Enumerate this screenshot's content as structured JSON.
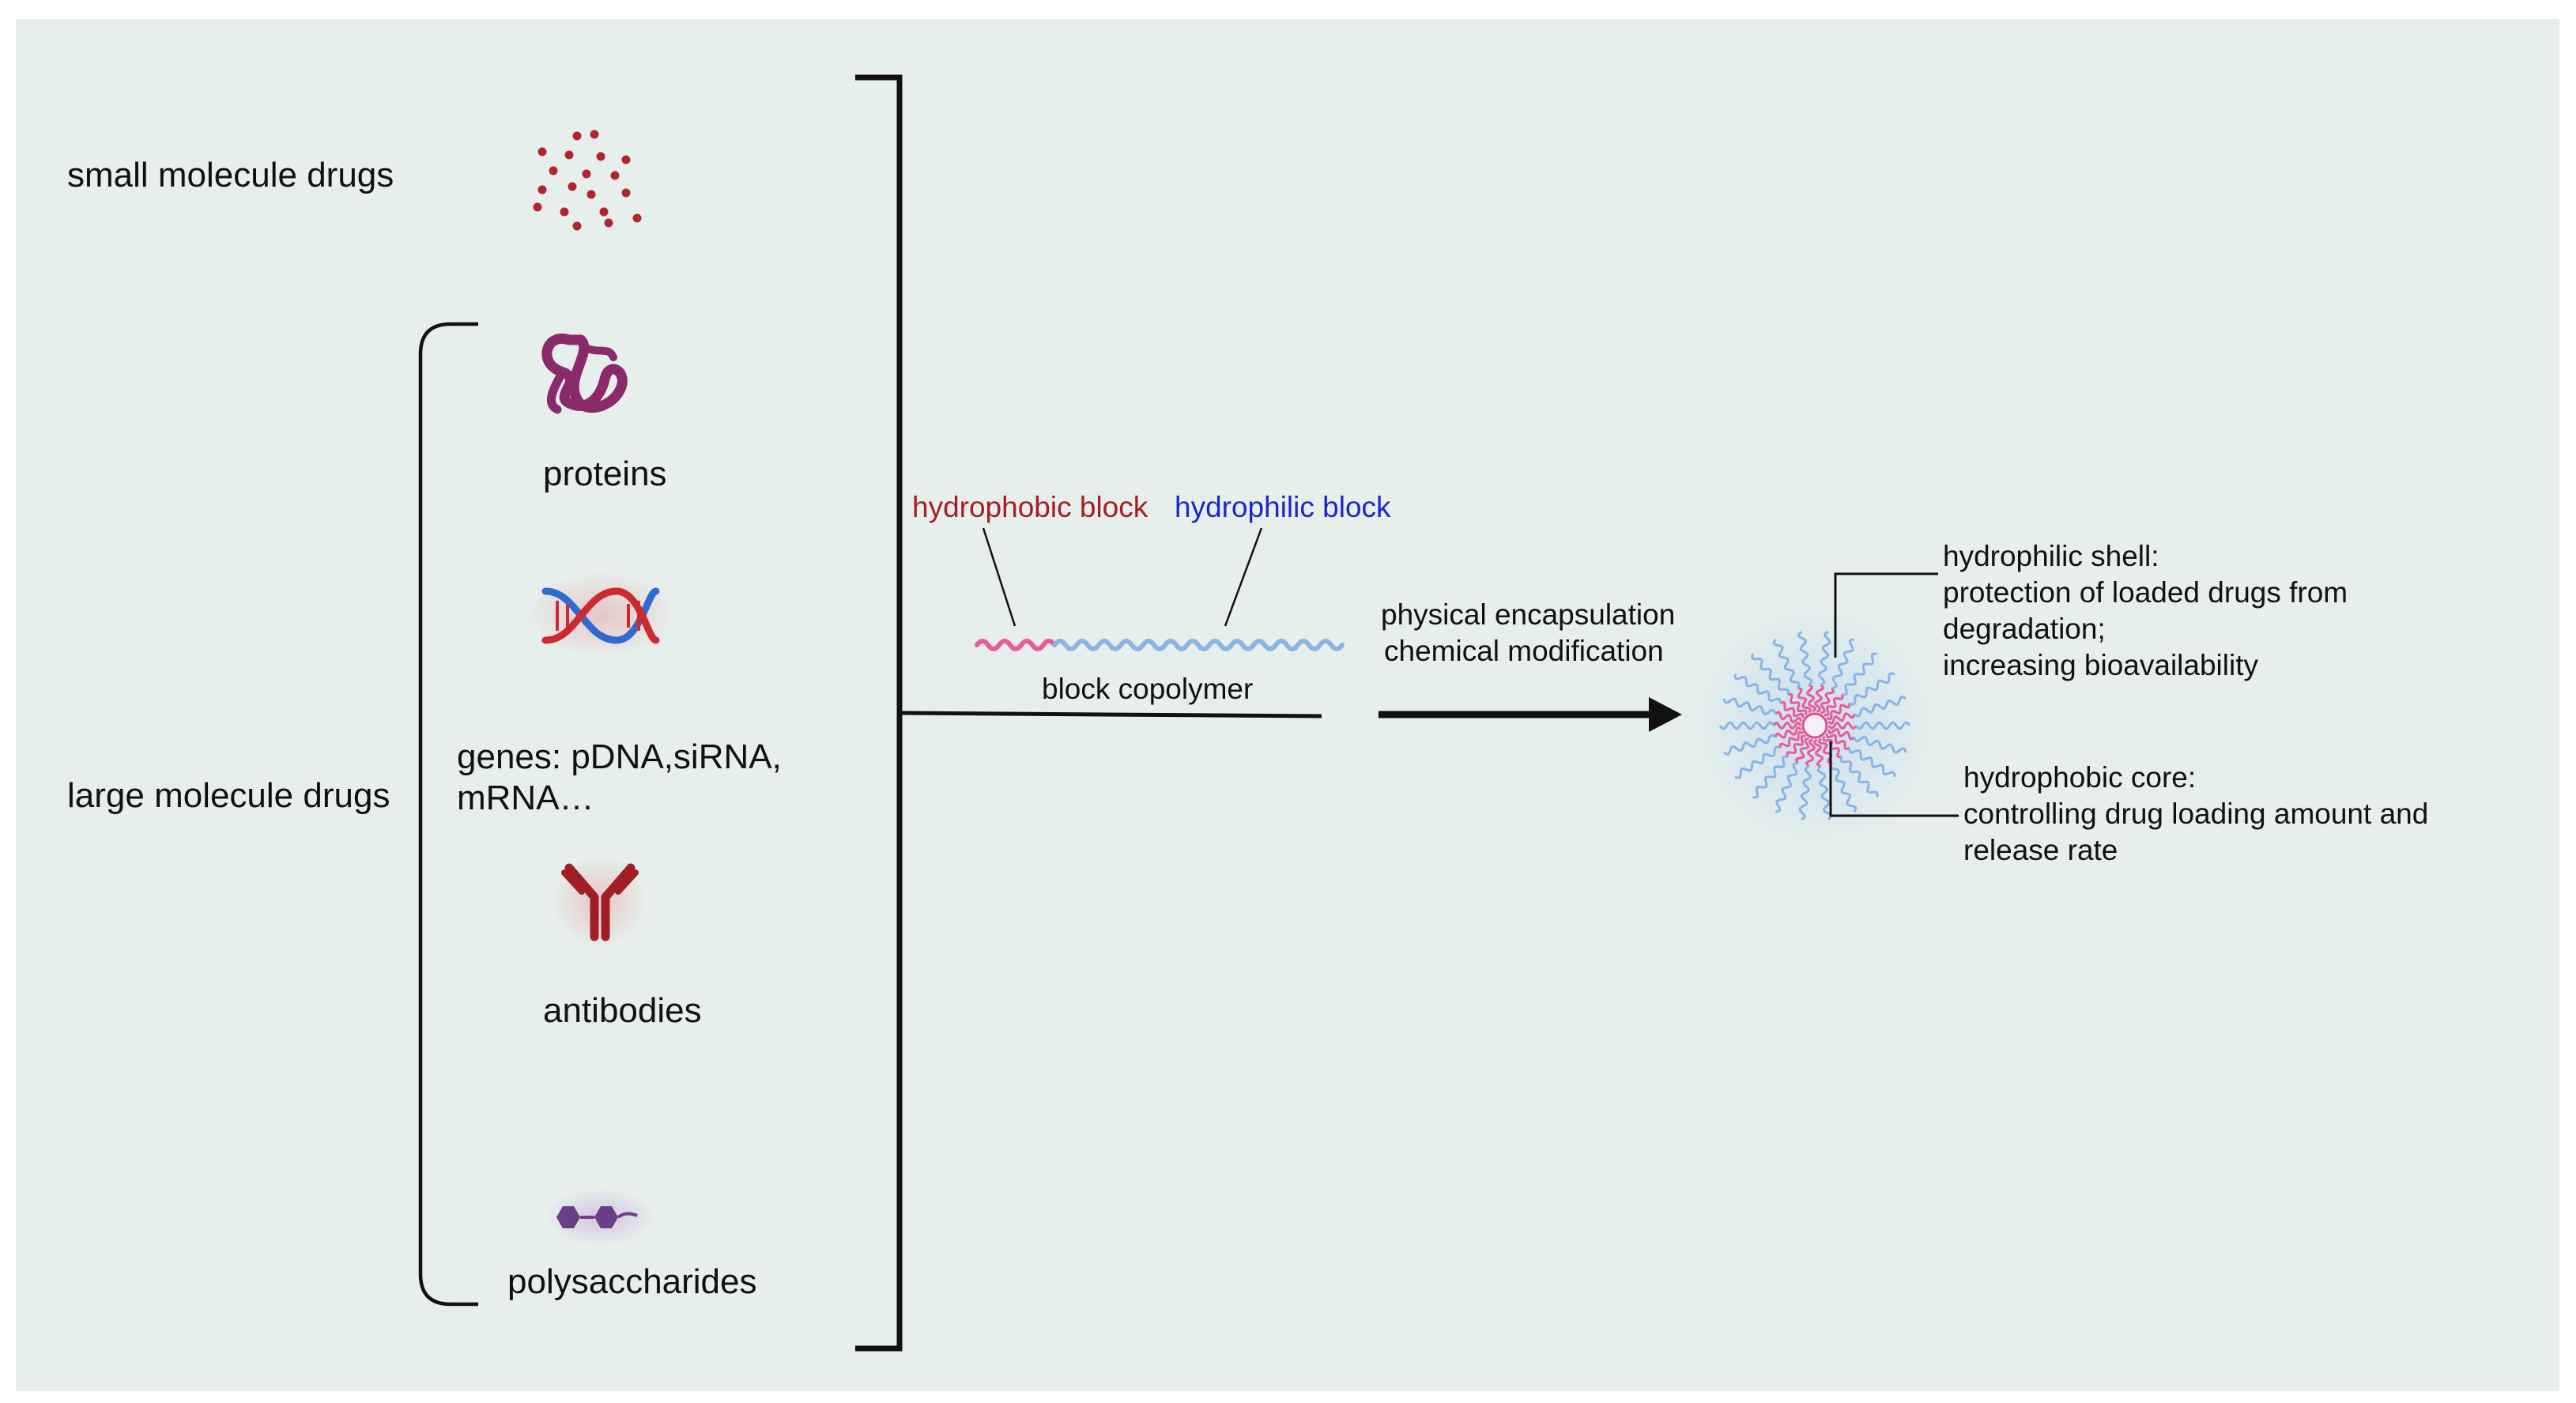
{
  "drug_categories": {
    "small_molecule": "small molecule drugs",
    "large_molecule": "large molecule drugs"
  },
  "large_molecule_items": {
    "proteins": "proteins",
    "genes_line1": "genes: pDNA,siRNA,",
    "genes_line2": "mRNA…",
    "antibodies": "antibodies",
    "polysaccharides": "polysaccharides"
  },
  "copolymer": {
    "hydrophobic_label": "hydrophobic block",
    "hydrophilic_label": "hydrophilic block",
    "name": "block copolymer"
  },
  "process": {
    "line1": "physical encapsulation",
    "line2": "chemical modification"
  },
  "micelle": {
    "shell_title": "hydrophilic shell:",
    "shell_line1": "protection of loaded drugs from",
    "shell_line2": "degradation;",
    "shell_line3": "increasing bioavailability",
    "core_title": "hydrophobic core:",
    "core_line1": "controlling drug loading amount and",
    "core_line2": "release rate"
  },
  "colors": {
    "background": "#e6efec",
    "hydrophobic": "#ea5a96",
    "hydrophilic": "#8ab4e4",
    "hydrophobic_text": "#a41e22",
    "hydrophilic_text": "#1a28c8",
    "drug_dots": "#b0262c",
    "protein": "#8a2a6a",
    "antibody": "#a01e24",
    "polysaccharide": "#6a3f86"
  }
}
